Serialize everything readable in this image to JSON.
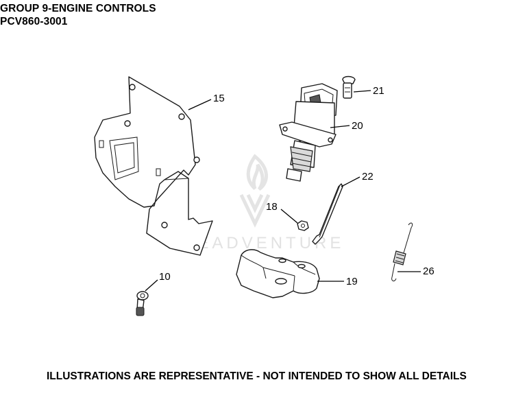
{
  "header": {
    "line1": "GROUP 9-ENGINE CONTROLS",
    "line2": "PCV860-3001"
  },
  "footer": {
    "text": "ILLUSTRATIONS ARE REPRESENTATIVE - NOT INTENDED TO SHOW ALL DETAILS"
  },
  "watermark": {
    "text": "LEADVENTURE"
  },
  "callouts": [
    {
      "id": "c15",
      "number": "15"
    },
    {
      "id": "c21",
      "number": "21"
    },
    {
      "id": "c20",
      "number": "20"
    },
    {
      "id": "c22",
      "number": "22"
    },
    {
      "id": "c18",
      "number": "18"
    },
    {
      "id": "c10",
      "number": "10"
    },
    {
      "id": "c19",
      "number": "19"
    },
    {
      "id": "c26",
      "number": "26"
    }
  ]
}
